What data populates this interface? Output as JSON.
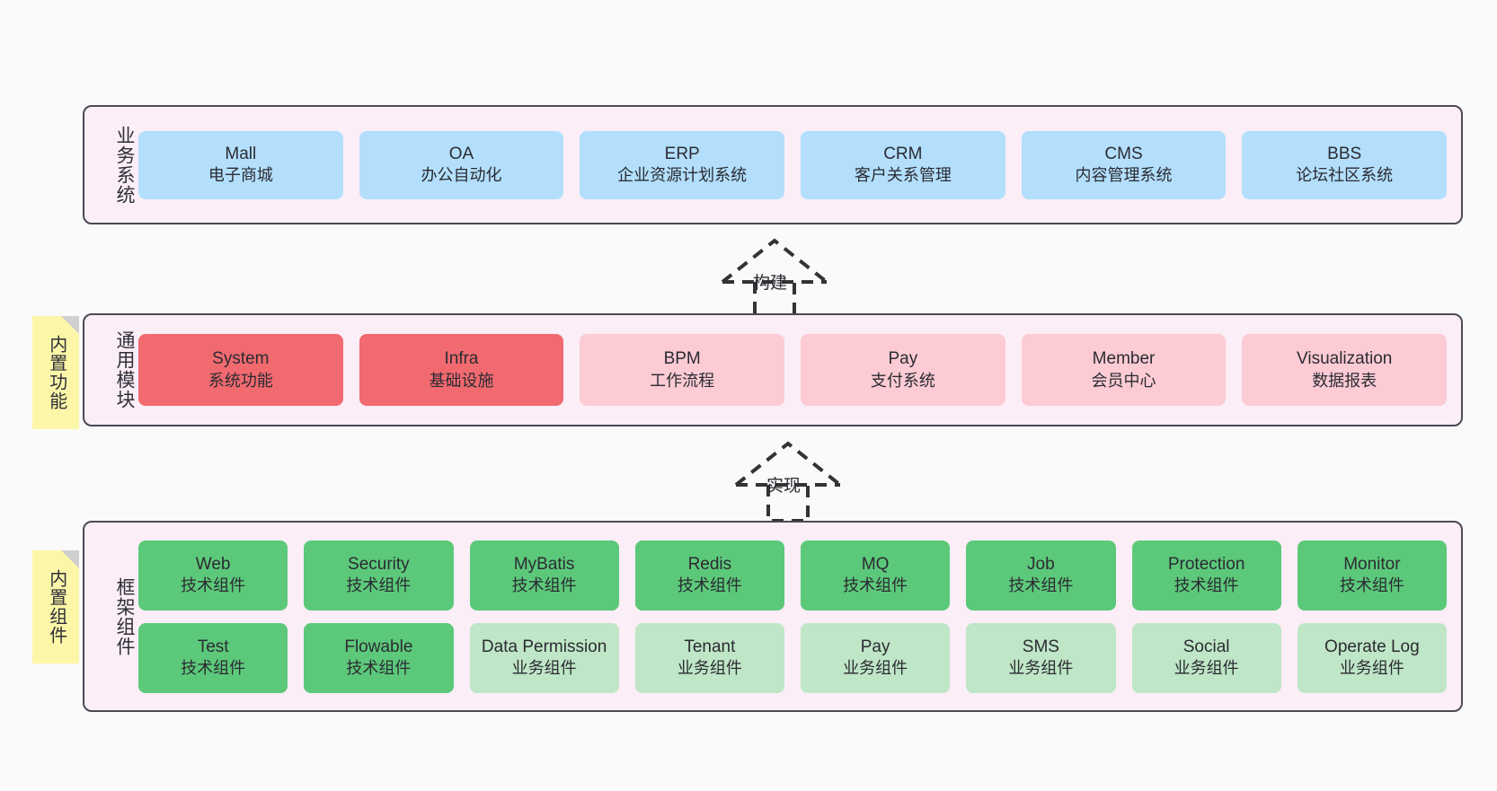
{
  "diagram": {
    "background_color": "#fafafa",
    "layer_fill": "#fbeef7",
    "layer_border": "#4a4a55",
    "note_fill": "#fcf7a8"
  },
  "layers": [
    {
      "id": "business-system",
      "title": "业务系统",
      "note": null,
      "rows": [
        {
          "cards": [
            {
              "en": "Mall",
              "cn": "电子商城",
              "color": "#b3dffc",
              "style": "c-blue"
            },
            {
              "en": "OA",
              "cn": "办公自动化",
              "color": "#b3dffc",
              "style": "c-blue"
            },
            {
              "en": "ERP",
              "cn": "企业资源计划系统",
              "color": "#b3dffc",
              "style": "c-blue"
            },
            {
              "en": "CRM",
              "cn": "客户关系管理",
              "color": "#b3dffc",
              "style": "c-blue"
            },
            {
              "en": "CMS",
              "cn": "内容管理系统",
              "color": "#b3dffc",
              "style": "c-blue"
            },
            {
              "en": "BBS",
              "cn": "论坛社区系统",
              "color": "#b3dffc",
              "style": "c-blue"
            }
          ]
        }
      ]
    },
    {
      "id": "common-module",
      "title": "通用模块",
      "note": "内置功能",
      "rows": [
        {
          "cards": [
            {
              "en": "System",
              "cn": "系统功能",
              "color": "#f16a6f",
              "style": "c-red"
            },
            {
              "en": "Infra",
              "cn": "基础设施",
              "color": "#f16a6f",
              "style": "c-red"
            },
            {
              "en": "BPM",
              "cn": "工作流程",
              "color": "#fccbd3",
              "style": "c-pinklight"
            },
            {
              "en": "Pay",
              "cn": "支付系统",
              "color": "#fccbd3",
              "style": "c-pinklight"
            },
            {
              "en": "Member",
              "cn": "会员中心",
              "color": "#fccbd3",
              "style": "c-pinklight"
            },
            {
              "en": "Visualization",
              "cn": "数据报表",
              "color": "#fccbd3",
              "style": "c-pinklight"
            }
          ]
        }
      ]
    },
    {
      "id": "framework-component",
      "title": "框架组件",
      "note": "内置组件",
      "rows": [
        {
          "cards": [
            {
              "en": "Web",
              "cn": "技术组件",
              "color": "#5cc97a",
              "style": "c-green"
            },
            {
              "en": "Security",
              "cn": "技术组件",
              "color": "#5cc97a",
              "style": "c-green"
            },
            {
              "en": "MyBatis",
              "cn": "技术组件",
              "color": "#5cc97a",
              "style": "c-green"
            },
            {
              "en": "Redis",
              "cn": "技术组件",
              "color": "#5cc97a",
              "style": "c-green"
            },
            {
              "en": "MQ",
              "cn": "技术组件",
              "color": "#5cc97a",
              "style": "c-green"
            },
            {
              "en": "Job",
              "cn": "技术组件",
              "color": "#5cc97a",
              "style": "c-green"
            },
            {
              "en": "Protection",
              "cn": "技术组件",
              "color": "#5cc97a",
              "style": "c-green"
            },
            {
              "en": "Monitor",
              "cn": "技术组件",
              "color": "#5cc97a",
              "style": "c-green"
            }
          ]
        },
        {
          "cards": [
            {
              "en": "Test",
              "cn": "技术组件",
              "color": "#5cc97a",
              "style": "c-green"
            },
            {
              "en": "Flowable",
              "cn": "技术组件",
              "color": "#5cc97a",
              "style": "c-green"
            },
            {
              "en": "Data Permission",
              "cn": "业务组件",
              "color": "#bfe6c6",
              "style": "c-greenlight"
            },
            {
              "en": "Tenant",
              "cn": "业务组件",
              "color": "#bfe6c6",
              "style": "c-greenlight"
            },
            {
              "en": "Pay",
              "cn": "业务组件",
              "color": "#bfe6c6",
              "style": "c-greenlight"
            },
            {
              "en": "SMS",
              "cn": "业务组件",
              "color": "#bfe6c6",
              "style": "c-greenlight"
            },
            {
              "en": "Social",
              "cn": "业务组件",
              "color": "#bfe6c6",
              "style": "c-greenlight"
            },
            {
              "en": "Operate Log",
              "cn": "业务组件",
              "color": "#bfe6c6",
              "style": "c-greenlight"
            }
          ]
        }
      ]
    }
  ],
  "connectors": [
    {
      "id": "build",
      "label": "构建"
    },
    {
      "id": "implement",
      "label": "实现"
    }
  ]
}
